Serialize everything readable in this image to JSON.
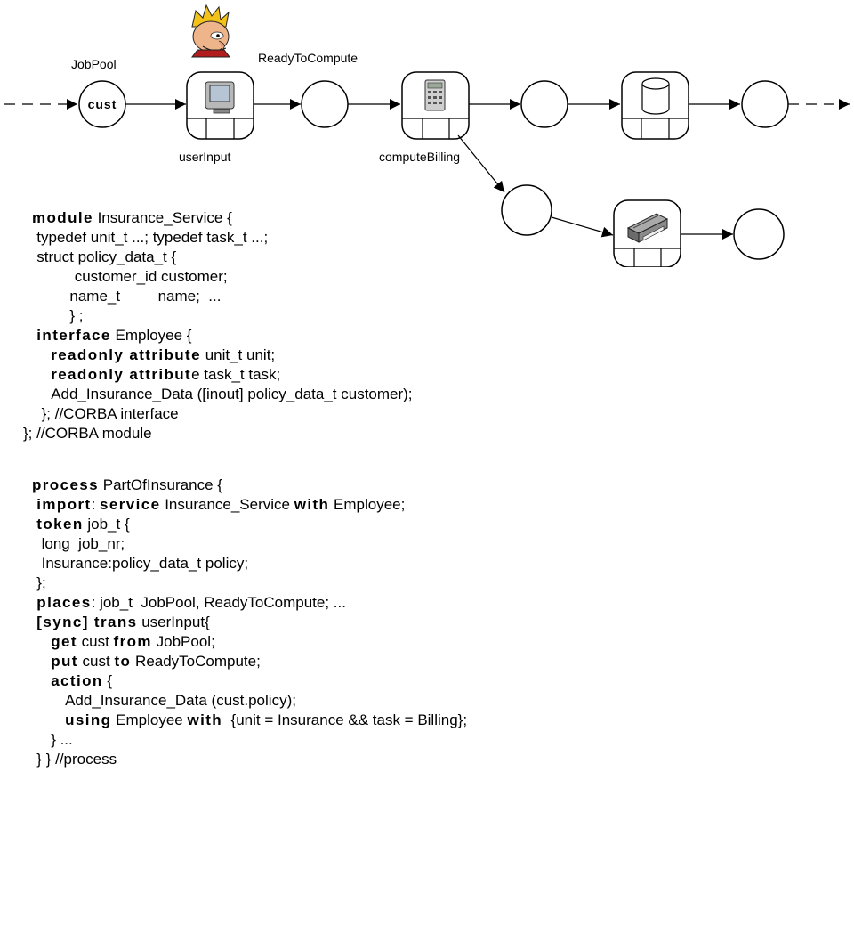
{
  "diagram": {
    "places": {
      "job_pool": "JobPool",
      "job_pool_token": "cust",
      "ready_to_compute": "ReadyToCompute"
    },
    "transitions": {
      "user_input": "userInput",
      "compute_billing": "computeBilling"
    },
    "icons": {
      "user": "cartoon-person-icon",
      "terminal": "computer-terminal-icon",
      "calculator": "calculator-icon",
      "database": "database-cylinder-icon",
      "printer": "printer-icon"
    }
  },
  "code_lines": [
    {
      "ind": 0,
      "parts": [
        {
          "t": "module",
          "b": true
        },
        {
          "t": " Insurance_Service {"
        }
      ]
    },
    {
      "ind": 1,
      "parts": [
        {
          "t": "typedef unit_t ...; typedef task_t ...;"
        }
      ]
    },
    {
      "ind": 1,
      "parts": [
        {
          "t": "struct policy_data_t {"
        }
      ]
    },
    {
      "ind": 9,
      "parts": [
        {
          "t": "customer_id customer;"
        }
      ]
    },
    {
      "ind": 8,
      "parts": [
        {
          "t": "name_t         name;  ..."
        }
      ]
    },
    {
      "ind": 8,
      "parts": [
        {
          "t": "} ;"
        }
      ]
    },
    {
      "ind": 1,
      "parts": [
        {
          "t": "interface",
          "b": true
        },
        {
          "t": " Employee {"
        }
      ]
    },
    {
      "ind": 4,
      "parts": [
        {
          "t": "readonly attribute",
          "b": true
        },
        {
          "t": " unit_t unit;"
        }
      ]
    },
    {
      "ind": 4,
      "parts": [
        {
          "t": "readonly attribut",
          "b": true
        },
        {
          "t": "e task_t task;"
        }
      ]
    },
    {
      "ind": 4,
      "parts": [
        {
          "t": "Add_Insurance_Data ([inout] policy_data_t customer);"
        }
      ]
    },
    {
      "ind": 2,
      "parts": [
        {
          "t": "}; //CORBA interface"
        }
      ]
    },
    {
      "ind": 0,
      "parts": [
        {
          "t": "}; //CORBA module"
        }
      ]
    },
    {
      "ind": 0,
      "gap": true,
      "parts": [
        {
          "t": "process",
          "b": true
        },
        {
          "t": " PartOfInsurance {"
        }
      ]
    },
    {
      "ind": 1,
      "parts": [
        {
          "t": "import",
          "b": true
        },
        {
          "t": ": "
        },
        {
          "t": "service",
          "b": true
        },
        {
          "t": " Insurance_Service "
        },
        {
          "t": "with",
          "b": true
        },
        {
          "t": " Employee;"
        }
      ]
    },
    {
      "ind": 1,
      "parts": [
        {
          "t": "token",
          "b": true
        },
        {
          "t": " job_t {"
        }
      ]
    },
    {
      "ind": 2,
      "parts": [
        {
          "t": "long  job_nr;"
        }
      ]
    },
    {
      "ind": 2,
      "parts": [
        {
          "t": "Insurance:policy_data_t policy;"
        }
      ]
    },
    {
      "ind": 1,
      "parts": [
        {
          "t": "};"
        }
      ]
    },
    {
      "ind": 1,
      "parts": [
        {
          "t": "places",
          "b": true
        },
        {
          "t": ": job_t  JobPool, ReadyToCompute; ..."
        }
      ]
    },
    {
      "ind": 1,
      "parts": [
        {
          "t": "[sync] trans",
          "b": true
        },
        {
          "t": " userInput{"
        }
      ]
    },
    {
      "ind": 4,
      "parts": [
        {
          "t": "get",
          "b": true
        },
        {
          "t": " cust "
        },
        {
          "t": "from",
          "b": true
        },
        {
          "t": " JobPool;"
        }
      ]
    },
    {
      "ind": 4,
      "parts": [
        {
          "t": "put",
          "b": true
        },
        {
          "t": " cust "
        },
        {
          "t": "to",
          "b": true
        },
        {
          "t": " ReadyToCompute;"
        }
      ]
    },
    {
      "ind": 4,
      "parts": [
        {
          "t": "action",
          "b": true
        },
        {
          "t": " {"
        }
      ]
    },
    {
      "ind": 7,
      "parts": [
        {
          "t": "Add_Insurance_Data (cust.policy);"
        }
      ]
    },
    {
      "ind": 7,
      "parts": [
        {
          "t": "using",
          "b": true
        },
        {
          "t": " Employee "
        },
        {
          "t": "with",
          "b": true
        },
        {
          "t": "  {unit = Insurance && task = Billing};"
        }
      ]
    },
    {
      "ind": 4,
      "parts": [
        {
          "t": "} ..."
        }
      ]
    },
    {
      "ind": 1,
      "parts": [
        {
          "t": "} } //process"
        }
      ]
    }
  ]
}
